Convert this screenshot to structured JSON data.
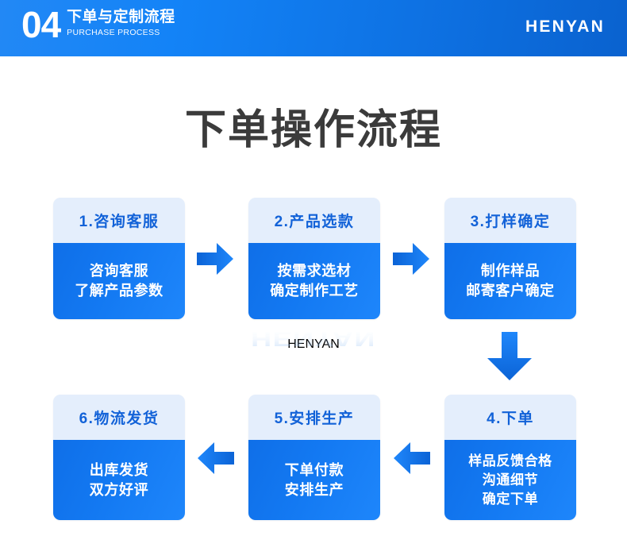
{
  "header": {
    "section_number": "04",
    "title_cn": "下单与定制流程",
    "title_en": "PURCHASE PROCESS",
    "brand": "HENYAN",
    "gradient_from": "#2288f5",
    "gradient_to": "#0a62cf"
  },
  "main": {
    "title": "下单操作流程",
    "title_color": "#3b3b3b",
    "underline_color": "#f5a623"
  },
  "watermark": {
    "text": "HENYAN",
    "color": "#1e7ef0"
  },
  "steps": [
    {
      "id": "step-1",
      "heading": "1.咨询客服",
      "lines": [
        "咨询客服",
        "了解产品参数"
      ]
    },
    {
      "id": "step-2",
      "heading": "2.产品选款",
      "lines": [
        "按需求选材",
        "确定制作工艺"
      ]
    },
    {
      "id": "step-3",
      "heading": "3.打样确定",
      "lines": [
        "制作样品",
        "邮寄客户确定"
      ]
    },
    {
      "id": "step-4",
      "heading": "4.下单",
      "lines": [
        "样品反馈合格",
        "沟通细节",
        "确定下单"
      ]
    },
    {
      "id": "step-5",
      "heading": "5.安排生产",
      "lines": [
        "下单付款",
        "安排生产"
      ]
    },
    {
      "id": "step-6",
      "heading": "6.物流发货",
      "lines": [
        "出库发货",
        "双方好评"
      ]
    }
  ],
  "arrows": {
    "color_from": "#1f87fb",
    "color_to": "#0b63d6",
    "right_1": "arrow-right-icon",
    "right_2": "arrow-right-icon",
    "down_1": "arrow-down-icon",
    "left_1": "arrow-left-icon",
    "left_2": "arrow-left-icon"
  },
  "card_colors": {
    "head_bg": "#e4eefc",
    "head_text": "#1262d8",
    "body_from": "#0f6fe8",
    "body_to": "#1e86fb",
    "body_text": "#ffffff"
  }
}
